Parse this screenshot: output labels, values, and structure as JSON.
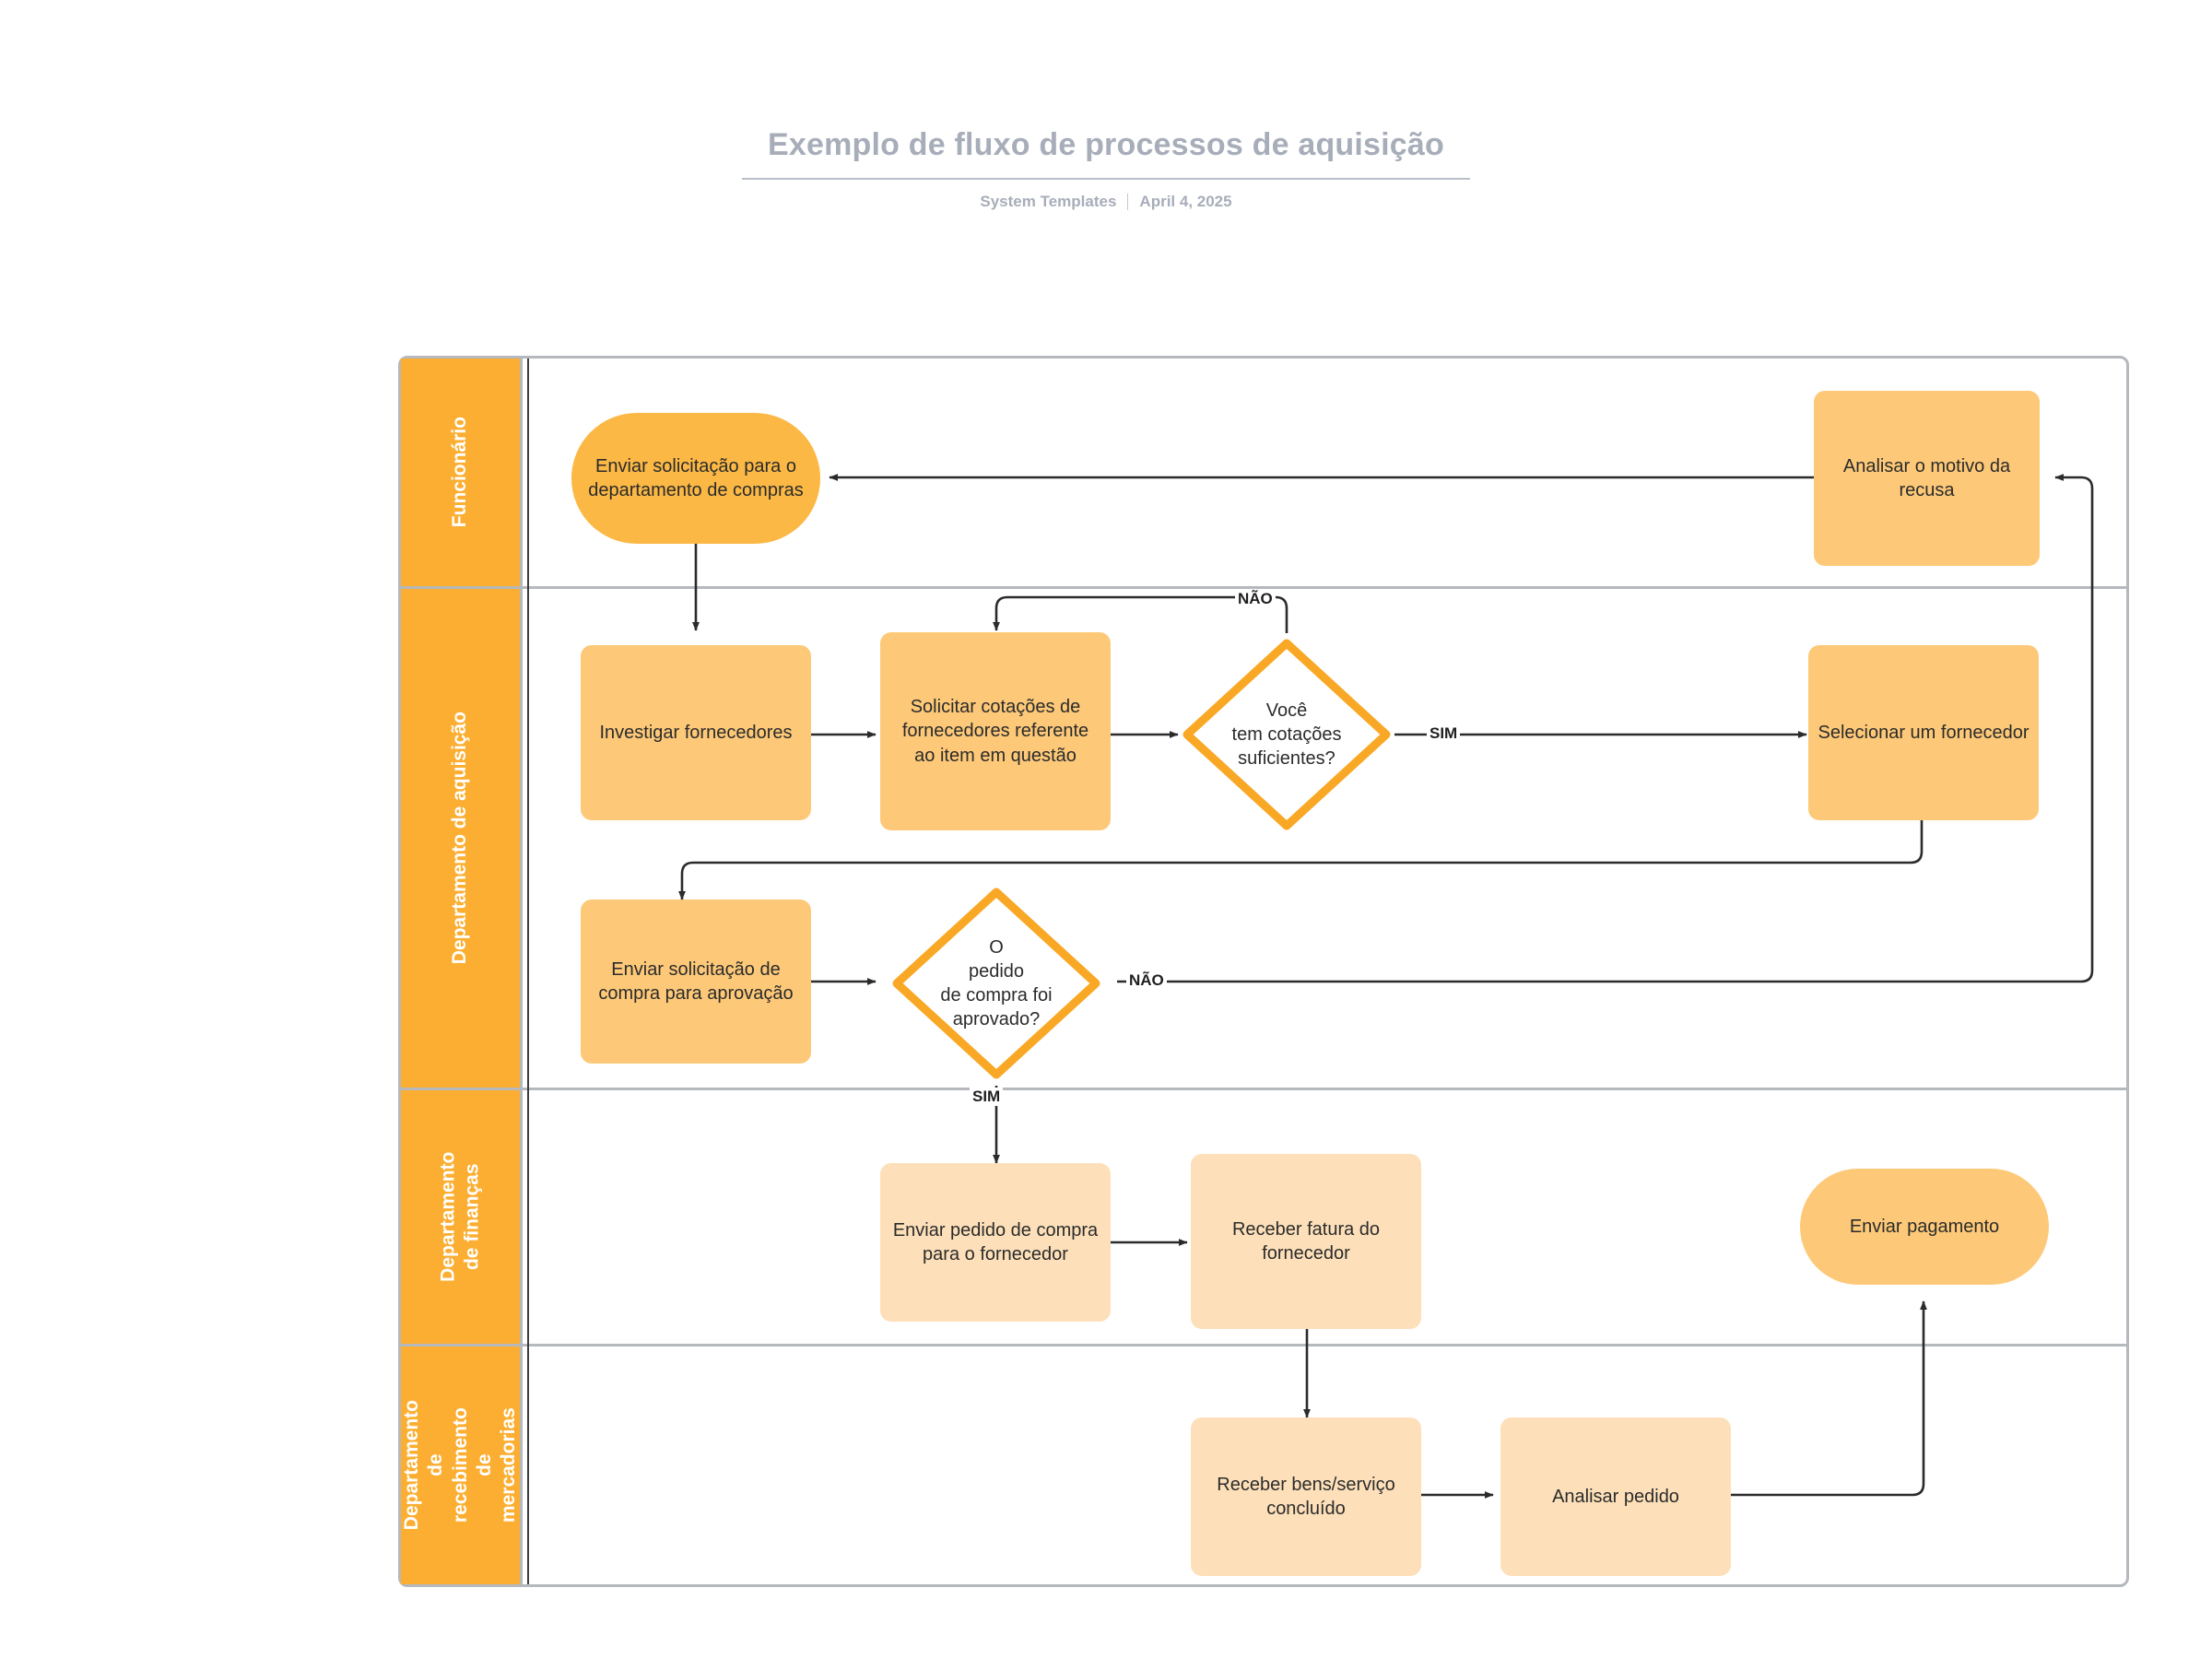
{
  "header": {
    "title": "Exemplo de fluxo de processos de aquisição",
    "author": "System Templates",
    "date": "April 4, 2025"
  },
  "colors": {
    "lane_header": "#fbae31",
    "node_dark": "#fbb845",
    "node_mid": "#fdc978",
    "node_light": "#fde0b9",
    "decision_stroke": "#f9a826",
    "frame_border": "#b5b8bd",
    "title_text": "#a7adb9",
    "connector": "#3d3d3d"
  },
  "lanes": [
    {
      "id": "funcionario",
      "label": "Funcionário"
    },
    {
      "id": "aquisicao",
      "label": "Departamento de aquisição"
    },
    {
      "id": "financas",
      "label": "Departamento\nde finanças"
    },
    {
      "id": "recebimento",
      "label": "Departamento\nde recebimento\nde mercadorias"
    }
  ],
  "nodes": {
    "enviar_solicitacao_compras": "Enviar solicitação para o departamento de compras",
    "analisar_motivo_recusa": "Analisar o motivo da recusa",
    "investigar_fornecedores": "Investigar fornecedores",
    "solicitar_cotacoes": "Solicitar cotações de fornecedores referente ao item em questão",
    "decisao_cotacoes": "Você\ntem cotações\nsuficientes?",
    "selecionar_fornecedor": "Selecionar um fornecedor",
    "enviar_solicitacao_aprovacao": "Enviar solicitação de compra para aprovação",
    "decisao_aprovado": "O\npedido\nde compra foi\naprovado?",
    "enviar_pedido_fornecedor": "Enviar pedido de compra para o fornecedor",
    "receber_fatura": "Receber fatura do fornecedor",
    "enviar_pagamento": "Enviar pagamento",
    "receber_bens": "Receber bens/serviço concluído",
    "analisar_pedido": "Analisar pedido"
  },
  "edge_labels": {
    "cotacoes_nao": "NÃO",
    "cotacoes_sim": "SIM",
    "aprovado_nao": "NÃO",
    "aprovado_sim": "SIM"
  }
}
